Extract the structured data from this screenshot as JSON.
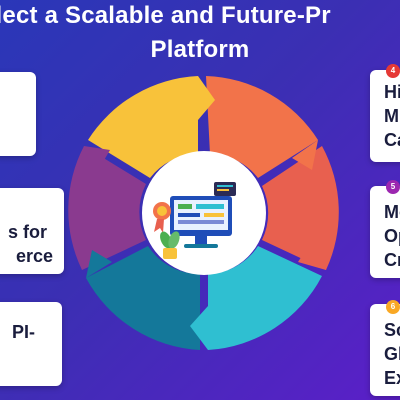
{
  "header": {
    "title_line1": "elect a Scalable and Future-Pr",
    "title_line2": "Platform"
  },
  "left_cards": [
    {
      "lines": [
        ""
      ]
    },
    {
      "lines": [
        "s for",
        "erce"
      ]
    },
    {
      "lines": [
        "PI-",
        ""
      ]
    }
  ],
  "right_cards": [
    {
      "badge": "4",
      "badge_color": "#e53935",
      "lines": [
        "Hi",
        "Mu",
        "Ca"
      ]
    },
    {
      "badge": "5",
      "badge_color": "#9c27b0",
      "lines": [
        "Mo",
        "Op",
        "Cr"
      ]
    },
    {
      "badge": "6",
      "badge_color": "#f9a825",
      "lines": [
        "Sc",
        "Gl",
        "Ex"
      ]
    }
  ],
  "colors": {
    "segment_yellow": "#f8c23a",
    "segment_orange": "#f2734a",
    "segment_coral": "#e8604f",
    "segment_teal": "#2fbfd1",
    "segment_darkteal": "#14789a",
    "segment_purple": "#8a3a8f",
    "center_bg": "#ffffff"
  },
  "center_icons": [
    "computer-dashboard-icon",
    "medal-badge-icon",
    "plant-pot-icon"
  ]
}
